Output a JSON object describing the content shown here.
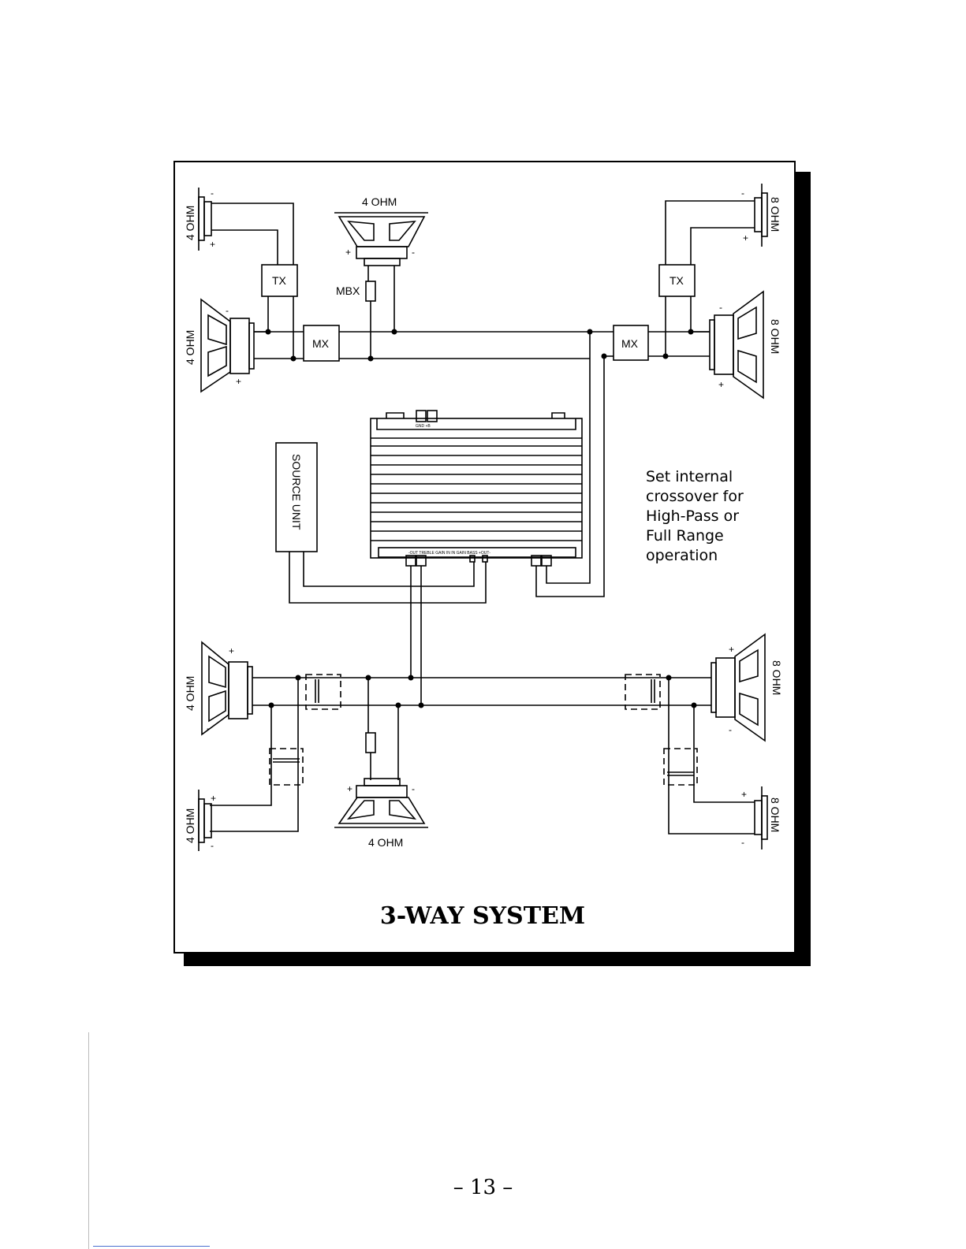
{
  "diagram": {
    "title": "3-WAY SYSTEM",
    "note_lines": [
      "Set internal",
      "crossover for",
      "High-Pass or",
      "Full Range",
      "operation"
    ],
    "labels": {
      "tweeter_top_left": "4 OHM",
      "mid_top_left": "4 OHM",
      "woofer_top": "4 OHM",
      "tweeter_top_right": "8 OHM",
      "mid_top_right": "8 OHM",
      "mid_bottom_left": "4 OHM",
      "tweeter_bottom_left": "4 OHM",
      "woofer_bottom": "4 OHM",
      "mid_bottom_right": "8 OHM",
      "tweeter_bottom_right": "8 OHM",
      "tx": "TX",
      "mx": "MX",
      "mbx": "MBX",
      "source_unit": "SOURCE UNIT",
      "plus": "+",
      "minus": "-"
    },
    "amplifier": {
      "top_terminal_labels": "GND  +B",
      "bottom_panel_labels": "-OUT  TREBLE  GAIN  IN  IN  GAIN  BASS  +OUT-"
    }
  },
  "page_number": "– 13 –"
}
